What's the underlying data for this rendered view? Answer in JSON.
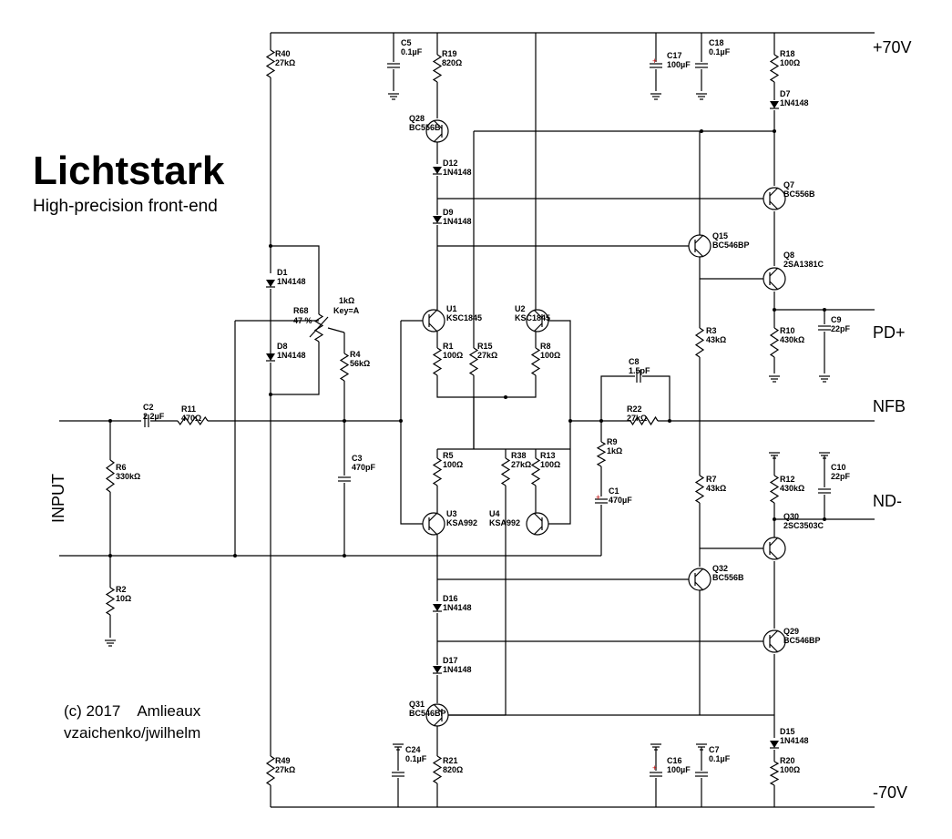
{
  "title": "Lichtstark",
  "subtitle": "High-precision front-end",
  "credit_line1": "(c) 2017    Amlieaux",
  "credit_line2": "vzaichenko/jwilhelm",
  "rails": {
    "positive": "+70V",
    "negative": "-70V"
  },
  "ports": {
    "pd_plus": "PD+",
    "nfb": "NFB",
    "nd_minus": "ND-",
    "input": "INPUT"
  },
  "potentiometer": {
    "ref": "R68",
    "setting": "47 %",
    "value": "1kΩ",
    "key": "Key=A"
  },
  "components": [
    {
      "ref": "R40",
      "value": "27kΩ"
    },
    {
      "ref": "C5",
      "value": "0.1µF"
    },
    {
      "ref": "R19",
      "value": "820Ω"
    },
    {
      "ref": "C17",
      "value": "100µF"
    },
    {
      "ref": "C18",
      "value": "0.1µF"
    },
    {
      "ref": "R18",
      "value": "100Ω"
    },
    {
      "ref": "D7",
      "value": "1N4148"
    },
    {
      "ref": "Q28",
      "value": "BC556B"
    },
    {
      "ref": "D12",
      "value": "1N4148"
    },
    {
      "ref": "D9",
      "value": "1N4148"
    },
    {
      "ref": "Q7",
      "value": "BC556B"
    },
    {
      "ref": "Q15",
      "value": "BC546BP"
    },
    {
      "ref": "Q8",
      "value": "2SA1381C"
    },
    {
      "ref": "D1",
      "value": "1N4148"
    },
    {
      "ref": "D8",
      "value": "1N4148"
    },
    {
      "ref": "R4",
      "value": "56kΩ"
    },
    {
      "ref": "U1",
      "value": "KSC1845"
    },
    {
      "ref": "U2",
      "value": "KSC1845"
    },
    {
      "ref": "R1",
      "value": "100Ω"
    },
    {
      "ref": "R15",
      "value": "27kΩ"
    },
    {
      "ref": "R8",
      "value": "100Ω"
    },
    {
      "ref": "R3",
      "value": "43kΩ"
    },
    {
      "ref": "R10",
      "value": "430kΩ"
    },
    {
      "ref": "C9",
      "value": "22pF"
    },
    {
      "ref": "C8",
      "value": "1.5pF"
    },
    {
      "ref": "R22",
      "value": "27kΩ"
    },
    {
      "ref": "C2",
      "value": "2.2µF"
    },
    {
      "ref": "R11",
      "value": "470Ω"
    },
    {
      "ref": "R9",
      "value": "1kΩ"
    },
    {
      "ref": "R5",
      "value": "100Ω"
    },
    {
      "ref": "R38",
      "value": "27kΩ"
    },
    {
      "ref": "R13",
      "value": "100Ω"
    },
    {
      "ref": "R6",
      "value": "330kΩ"
    },
    {
      "ref": "C3",
      "value": "470pF"
    },
    {
      "ref": "C1",
      "value": "470µF"
    },
    {
      "ref": "R7",
      "value": "43kΩ"
    },
    {
      "ref": "R12",
      "value": "430kΩ"
    },
    {
      "ref": "C10",
      "value": "22pF"
    },
    {
      "ref": "U3",
      "value": "KSA992"
    },
    {
      "ref": "U4",
      "value": "KSA992"
    },
    {
      "ref": "Q30",
      "value": "2SC3503C"
    },
    {
      "ref": "Q32",
      "value": "BC556B"
    },
    {
      "ref": "R2",
      "value": "10Ω"
    },
    {
      "ref": "D16",
      "value": "1N4148"
    },
    {
      "ref": "Q29",
      "value": "BC546BP"
    },
    {
      "ref": "D17",
      "value": "1N4148"
    },
    {
      "ref": "Q31",
      "value": "BC546BP"
    },
    {
      "ref": "D15",
      "value": "1N4148"
    },
    {
      "ref": "R49",
      "value": "27kΩ"
    },
    {
      "ref": "C24",
      "value": "0.1µF"
    },
    {
      "ref": "R21",
      "value": "820Ω"
    },
    {
      "ref": "C16",
      "value": "100µF"
    },
    {
      "ref": "C7",
      "value": "0.1µF"
    },
    {
      "ref": "R20",
      "value": "100Ω"
    }
  ]
}
